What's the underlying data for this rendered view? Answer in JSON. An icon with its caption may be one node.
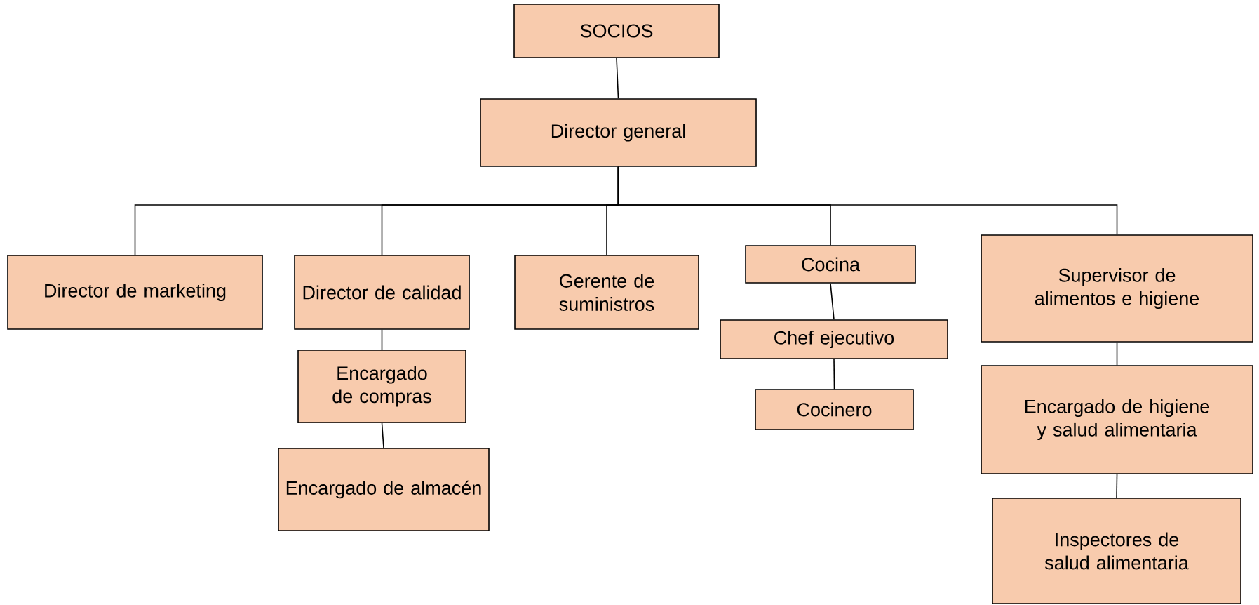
{
  "diagram": {
    "nodes": [
      {
        "text": [
          "SOCIOS"
        ]
      },
      {
        "text": [
          "Director general"
        ]
      },
      {
        "text": [
          "Director de marketing"
        ]
      },
      {
        "text": [
          "Director de calidad"
        ]
      },
      {
        "text": [
          "Encargado de compras"
        ]
      },
      {
        "text": [
          "Encargado de almacén"
        ]
      },
      {
        "text": [
          "Gerente de suministros"
        ]
      },
      {
        "text": [
          "Cocina"
        ]
      },
      {
        "text": [
          "Chef ejecutivo"
        ]
      },
      {
        "text": [
          "Cocinero"
        ]
      },
      {
        "text": [
          "Supervisor de alimentos e higiene"
        ]
      },
      {
        "text": [
          "Encargado de higiene y salud alimentaria"
        ]
      },
      {
        "text": [
          "Inspectores de salud alimentaria"
        ]
      }
    ],
    "edges": [
      {
        "from": 0,
        "to": 1,
        "arrow": "none"
      },
      {
        "from": 1,
        "to": 2,
        "arrow": "none"
      },
      {
        "from": 1,
        "to": 3,
        "arrow": "none"
      },
      {
        "from": 1,
        "to": 6,
        "arrow": "none"
      },
      {
        "from": 1,
        "to": 7,
        "arrow": "none"
      },
      {
        "from": 1,
        "to": 10,
        "arrow": "none"
      },
      {
        "from": 3,
        "to": 4,
        "arrow": "none"
      },
      {
        "from": 4,
        "to": 5,
        "arrow": "none"
      },
      {
        "from": 7,
        "to": 8,
        "arrow": "none"
      },
      {
        "from": 8,
        "to": 9,
        "arrow": "none"
      },
      {
        "from": 10,
        "to": 11,
        "arrow": "none"
      },
      {
        "from": 11,
        "to": 12,
        "arrow": "none"
      }
    ]
  }
}
